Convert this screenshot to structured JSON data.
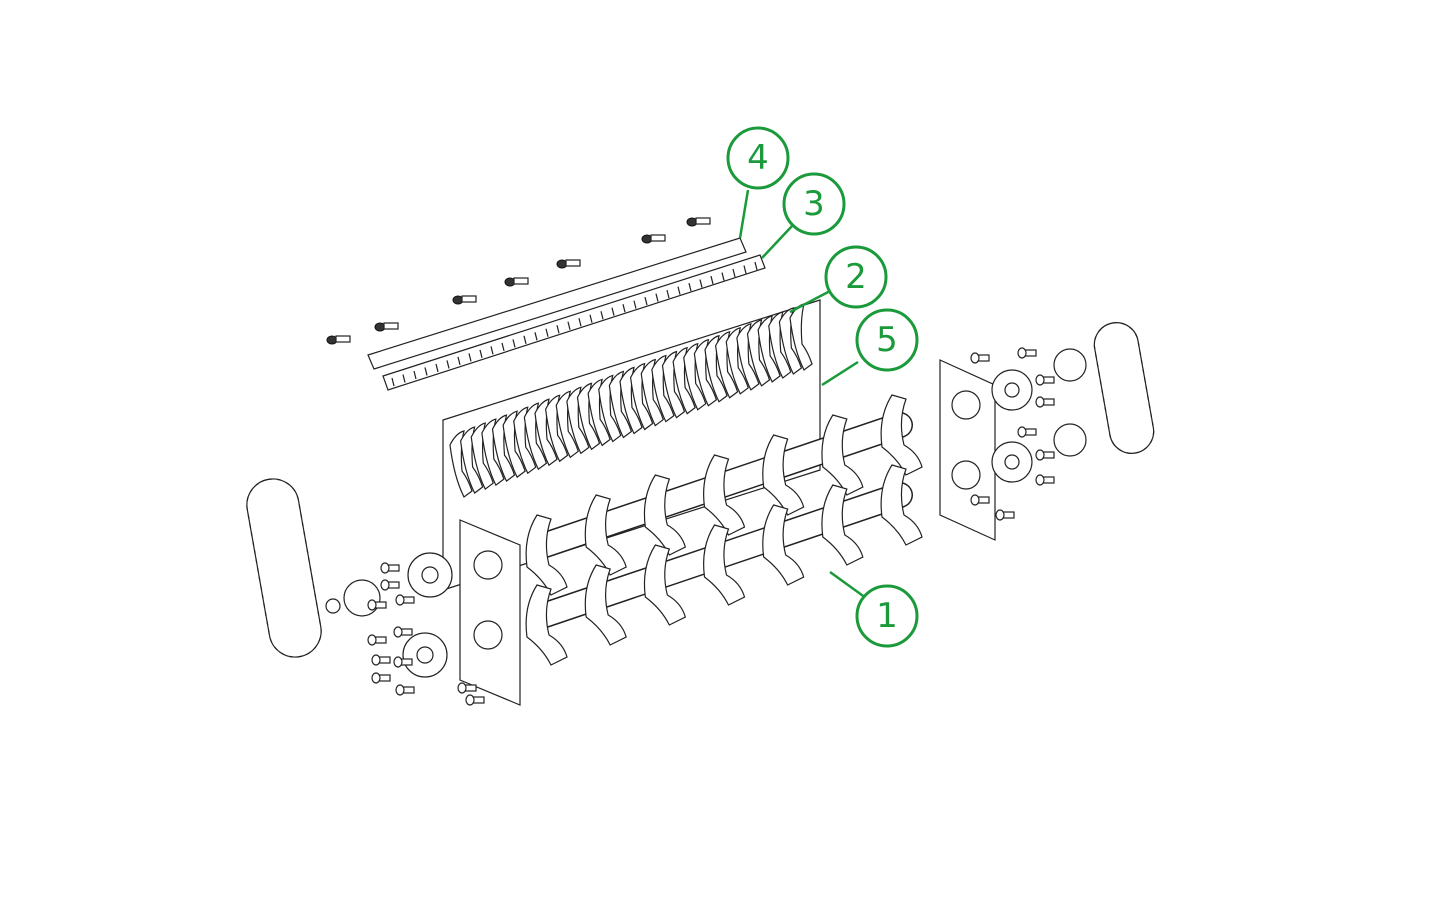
{
  "diagram": {
    "colors": {
      "callout": "#1a9a3a",
      "linework": "#222222",
      "background": "#ffffff"
    },
    "callouts": [
      {
        "id": "callout-1",
        "number": "1"
      },
      {
        "id": "callout-2",
        "number": "2"
      },
      {
        "id": "callout-3",
        "number": "3"
      },
      {
        "id": "callout-4",
        "number": "4"
      },
      {
        "id": "callout-5",
        "number": "5"
      }
    ]
  }
}
